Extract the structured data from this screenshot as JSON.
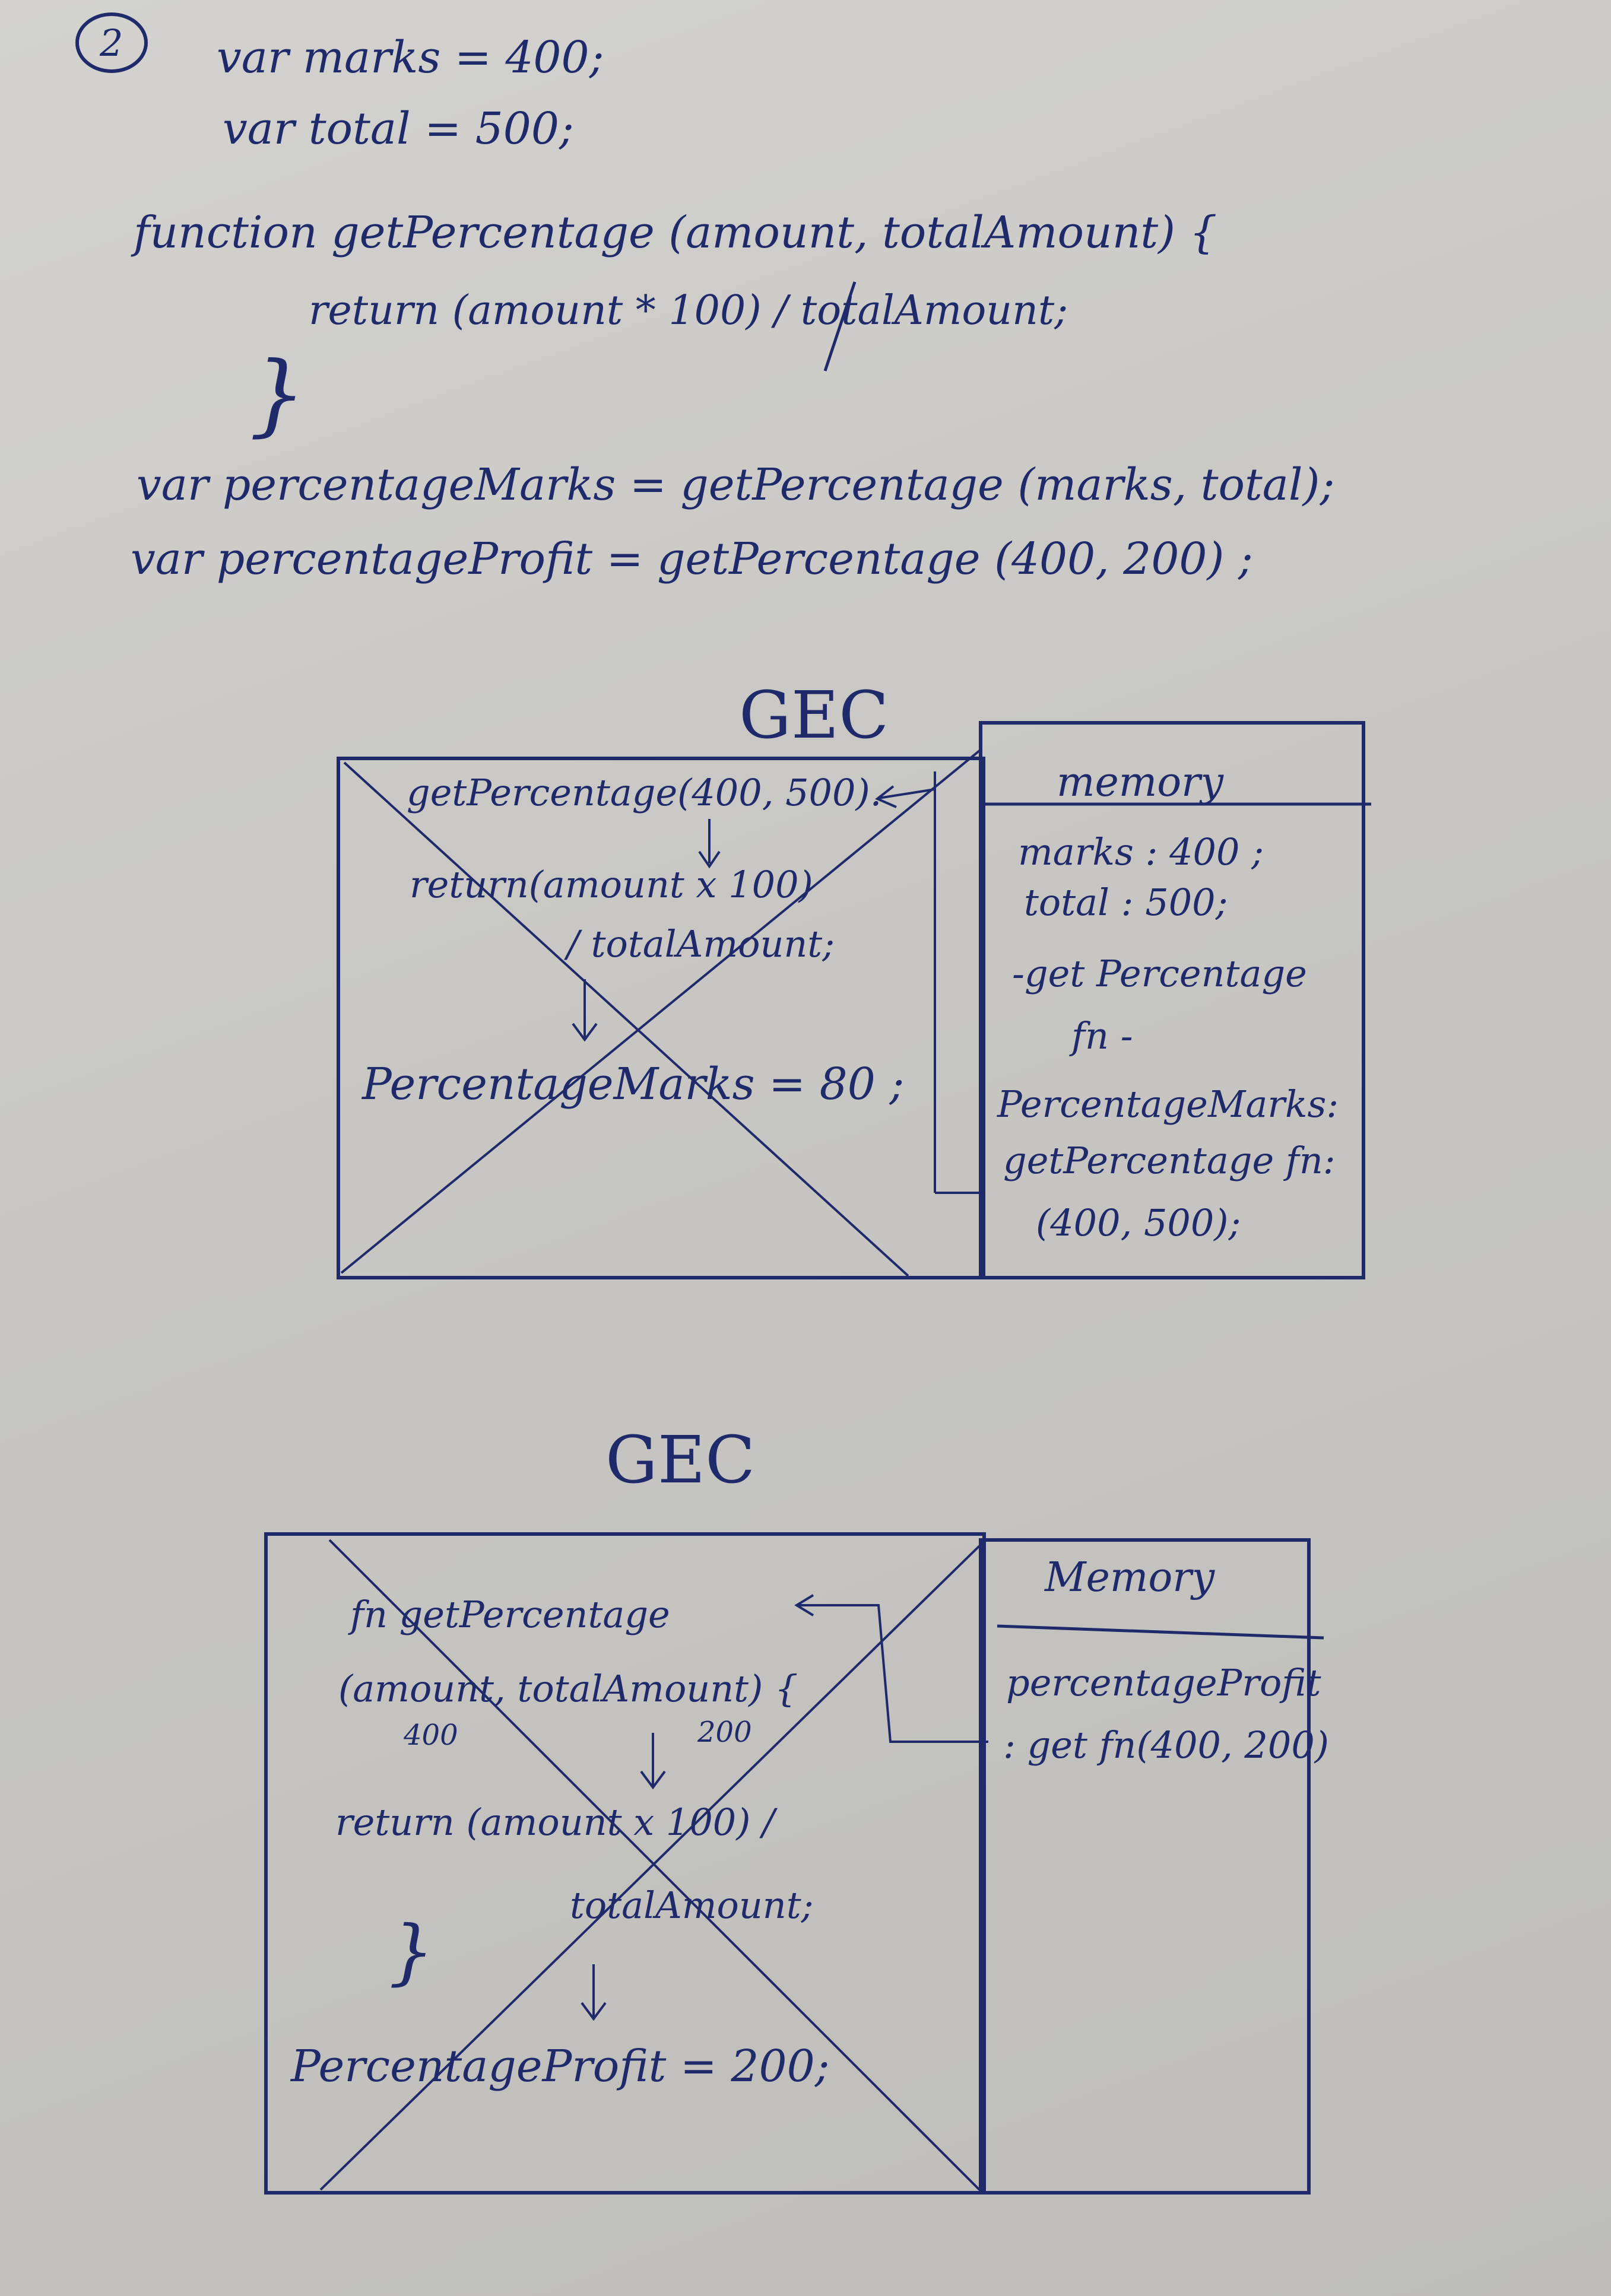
{
  "note_number": "2",
  "code": {
    "line1": "var   marks = 400;",
    "line2": "var  total = 500;",
    "fn_decl": "function  getPercentage (amount, totalAmount) {",
    "fn_return": "return  (amount * 100) / totalAmount;",
    "fn_close": "}",
    "call1": "var  percentageMarks =  getPercentage (marks, total);",
    "call2": "var   percentageProfit =  getPercentage (400, 200) ;"
  },
  "diagram1": {
    "title": "GEC",
    "memory_header": "memory",
    "memory_lines": [
      "marks : 400 ;",
      "total : 500;",
      "-get Percentage",
      "fn -",
      "PercentageMarks:",
      "getPercentage fn:",
      "(400, 500);"
    ],
    "exec_lines": [
      "getPercentage(400, 500).",
      "return(amount x 100)",
      "/ totalAmount;",
      "PercentageMarks = 80 ;"
    ]
  },
  "diagram2": {
    "title": "GEC",
    "memory_header": "Memory",
    "memory_lines": [
      "percentageProfit",
      ": get fn(400, 200)"
    ],
    "exec_lines": [
      "fn getPercentage",
      "(amount, totalAmount) {",
      "400",
      "200",
      "return (amount x 100) /",
      "totalAmount;",
      "}",
      "PercentageProfit = 200;"
    ]
  },
  "colors": {
    "ink": "#1f2a6b",
    "paper": "#cfcecb"
  }
}
